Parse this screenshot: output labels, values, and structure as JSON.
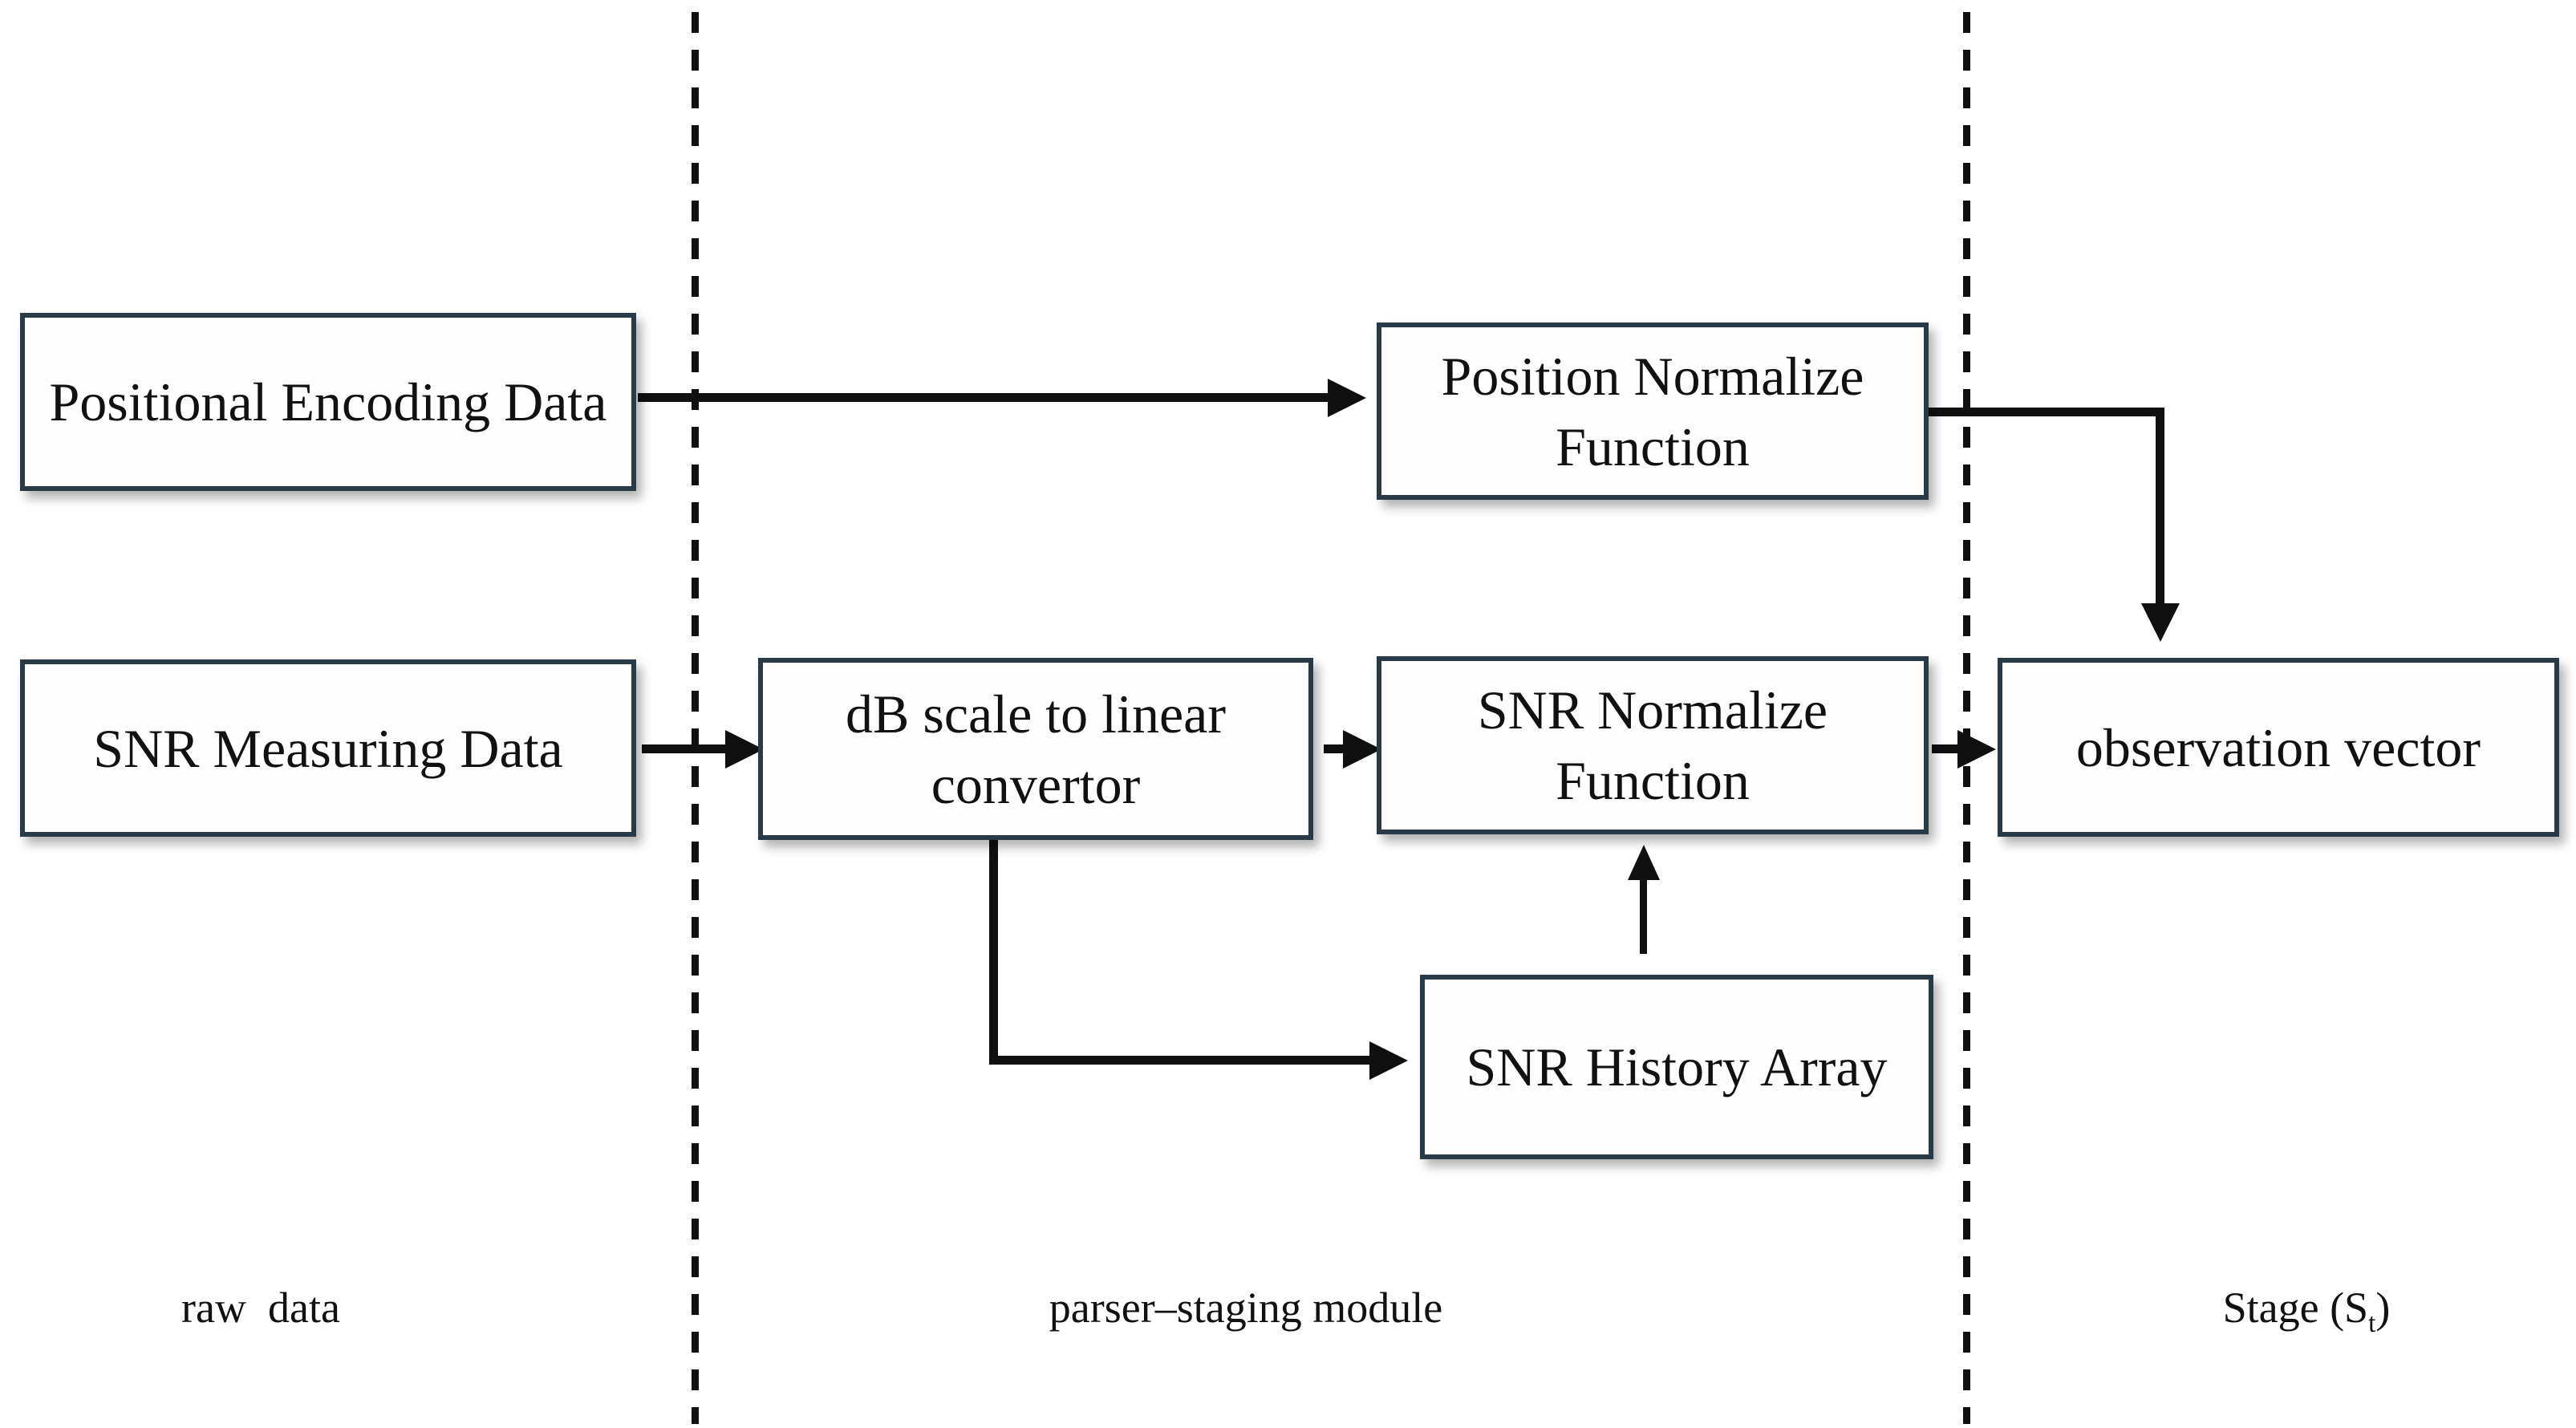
{
  "diagram": {
    "colors": {
      "background": "#ffffff",
      "border": "#273a46",
      "line": "#101010",
      "text": "#111111"
    },
    "nodes": {
      "positional_encoding": {
        "label": "Positional Encoding Data"
      },
      "snr_measuring": {
        "label": "SNR Measuring Data"
      },
      "db_converter": {
        "label": "dB scale to linear convertor"
      },
      "position_normalize": {
        "label": "Position Normalize Function"
      },
      "snr_normalize": {
        "label": "SNR Normalize Function"
      },
      "snr_history": {
        "label": "SNR History Array"
      },
      "observation_vector": {
        "label": "observation vector"
      }
    },
    "lanes": {
      "raw_data": {
        "label": "raw  data"
      },
      "parser_staging": {
        "label": "parser–staging module"
      },
      "stage": {
        "prefix": "Stage (S",
        "subscript": "t",
        "suffix": ")"
      }
    }
  }
}
